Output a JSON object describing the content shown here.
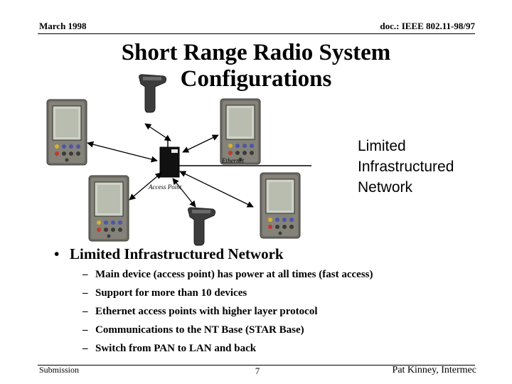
{
  "header": {
    "date": "March 1998",
    "doc_id": "doc.: IEEE 802.11-98/97"
  },
  "title": {
    "line1": "Short Range Radio System",
    "line2": "Configurations"
  },
  "diagram": {
    "network_label": [
      "Limited",
      "Infrastructured",
      "Network"
    ],
    "ethernet_label": "Ethernet",
    "access_point_label": "Access Point",
    "icons": [
      "handheld-computer-icon",
      "barcode-scanner-icon",
      "access-point-icon"
    ]
  },
  "content": {
    "bullet": "Limited Infrastructured Network",
    "sub_items": [
      "Main device (access point) has power at all times (fast access)",
      "Support for more than 10 devices",
      "Ethernet access points with higher layer protocol",
      "Communications to the NT Base (STAR Base)",
      "Switch from PAN to LAN and back"
    ]
  },
  "footer": {
    "left": "Submission",
    "page": "7",
    "author": "Pat Kinney, Intermec"
  }
}
